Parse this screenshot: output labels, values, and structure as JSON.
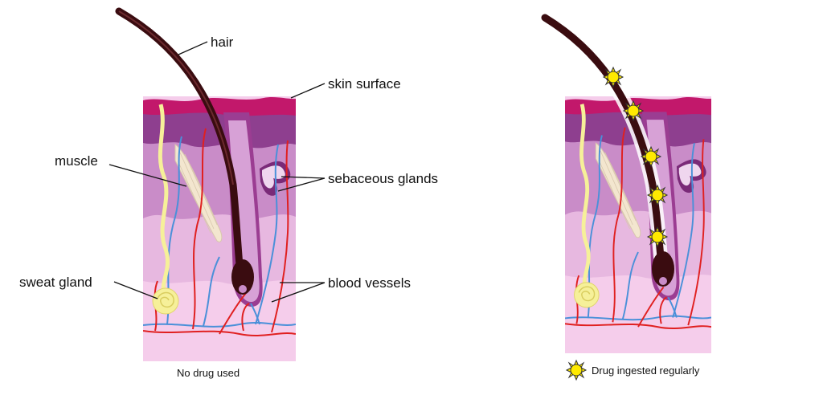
{
  "labels": {
    "hair": "hair",
    "skin_surface": "skin surface",
    "muscle": "muscle",
    "sebaceous_glands": "sebaceous glands",
    "sweat_gland": "sweat gland",
    "blood_vessels": "blood vessels"
  },
  "captions": {
    "left": "No drug used",
    "right": "Drug ingested regularly"
  },
  "colors": {
    "epidermis_top": "#c2186b",
    "epidermis": "#8e3f8f",
    "dermis_upper": "#c98cc8",
    "dermis_lower": "#e7b8e0",
    "hypodermis": "#f5cdeb",
    "hair": "#3a0c10",
    "vein": "#4a90d9",
    "artery": "#e02020",
    "sweat_gland": "#f6f099",
    "muscle": "#f3e6cf",
    "drug_marker": "#ffea00"
  },
  "icons": {
    "drug_marker": "sun-burst-icon"
  }
}
